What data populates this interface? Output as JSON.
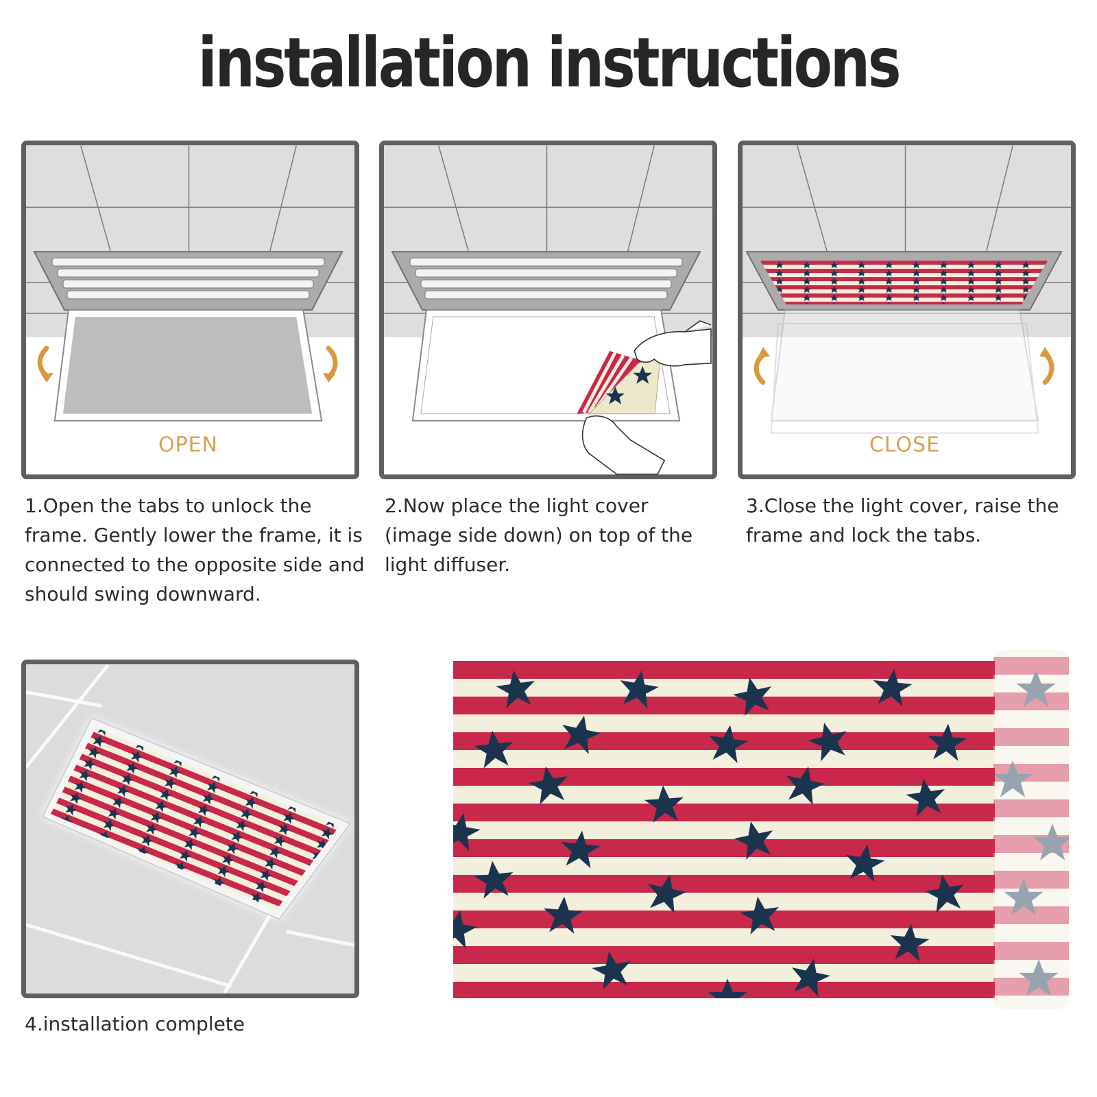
{
  "title": "installation instructions",
  "steps": [
    {
      "caption": "1.Open the tabs to unlock the frame. Gently lower the frame, it is connected to the opposite side and should swing downward.",
      "label": "OPEN"
    },
    {
      "caption": "2.Now place the light cover (image side down) on top of the light diffuser."
    },
    {
      "caption": "3.Close the light cover, raise the frame and lock the tabs.",
      "label": "CLOSE"
    },
    {
      "caption": "4.installation complete"
    }
  ],
  "colors": {
    "stripe_red": "#c8284a",
    "stripe_cream": "#f2efdc",
    "star_navy": "#1a3450",
    "label_gold": "#d7a155",
    "arrow_orange": "#d89a3b",
    "frame_gray": "#5f5f5f"
  },
  "icons": [
    "swing-down-arrow-icon",
    "swing-up-arrow-icon",
    "hand-icon",
    "star-icon"
  ]
}
